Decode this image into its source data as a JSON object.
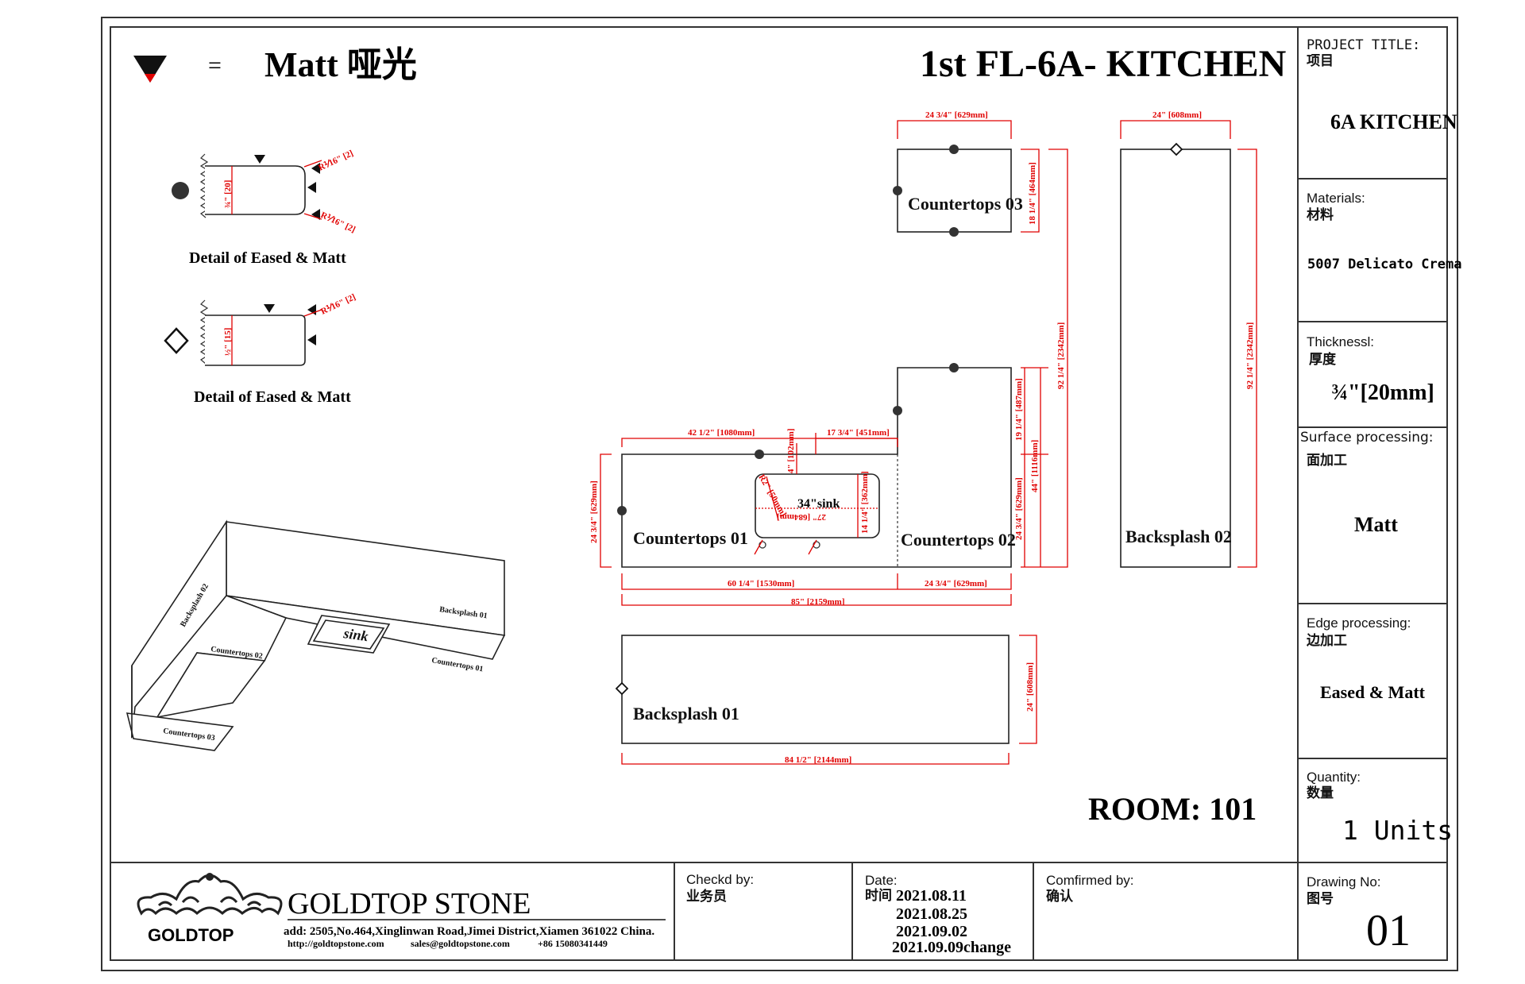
{
  "legend": {
    "symbol_text": "=",
    "finish_label": "Matt 哑光"
  },
  "drawing_title": "1st FL-6A- KITCHEN",
  "room": "ROOM: 101",
  "details": {
    "detail1": {
      "caption": "Detail of Eased &  Matt",
      "thickness": "¾\" [20]",
      "radius_top": "R⅟16\" [2]",
      "radius_bottom": "R⅟16\" [2]"
    },
    "detail2": {
      "caption": "Detail of Eased & Matt",
      "thickness": "½\" [15]",
      "radius_top": "R⅟16\" [2]"
    }
  },
  "pieces": {
    "countertops01": "Countertops  01",
    "countertops02": "Countertops  02",
    "countertops03": "Countertops  03",
    "backsplash01": "Backsplash  01",
    "backsplash02": "Backsplash  02",
    "sink": "34\"sink"
  },
  "dimensions": {
    "ct03_width": "24 3/4\" [629mm]",
    "ct03_depth": "18 1/4\" [464mm]",
    "bs02_width": "24\" [608mm]",
    "bs02_height": "92 1/4\" [2342mm]",
    "ct02_total_height": "92 1/4\" [2342mm]",
    "ct02_upper": "19 1/4\" [487mm]",
    "ct02_lower": "24 3/4\" [629mm]",
    "ct02_combined": "44\" [1116mm]",
    "ct01_left": "42 1/2\" [1080mm]",
    "ct01_right": "17 3/4\" [451mm]",
    "ct01_depth": "24 3/4\" [629mm]",
    "sink_offset": "4\" [102mm]",
    "sink_width": "27\" [684mm]",
    "sink_depth": "14 1/4\" [362mm]",
    "sink_corner": "R2\" [50mm]",
    "ct01_bottom": "60 1/4\" [1530mm]",
    "ct02_bottom": "24 3/4\" [629mm]",
    "overall": "85\" [2159mm]",
    "bs01_width": "84 1/2\" [2144mm]",
    "bs01_height": "24\" [608mm]"
  },
  "iso_view": {
    "backsplash01": "Backsplash  01",
    "backsplash02": "Backsplash  02",
    "countertops01": "Countertops  01",
    "countertops02": "Countertops  02",
    "countertops03": "Countertops  03",
    "sink": "sink"
  },
  "title_block": {
    "project_title_label": "PROJECT TITLE:",
    "project_title_cn": "项目",
    "project_title": "6A KITCHEN",
    "materials_label": "Materials:",
    "materials_cn": "材料",
    "materials": "5007 Delicato Crema",
    "thickness_label": "Thicknessl:",
    "thickness_cn": "厚度",
    "thickness": "¾\"[20mm]",
    "surface_label": "Surface processing:",
    "surface_cn": "面加工",
    "surface": "Matt",
    "edge_label": "Edge processing:",
    "edge_cn": "边加工",
    "edge": "Eased &  Matt",
    "quantity_label": "Quantity:",
    "quantity_cn": "数量",
    "quantity": "1 Units",
    "drawing_no_label": "Drawing No:",
    "drawing_no_cn": "图号",
    "drawing_no": "01"
  },
  "footer": {
    "company": "GOLDTOP  STONE",
    "logo_text": "GOLDTOP",
    "address": "add: 2505,No.464,Xinglinwan Road,Jimei District,Xiamen 361022 China.",
    "contact_web": "http://goldtopstone.com",
    "contact_mail": "sales@goldtopstone.com",
    "contact_phone": "+86 15080341449",
    "checked_label": "Checkd by:",
    "checked_cn": "业务员",
    "date_label": "Date:",
    "date_cn": "时间",
    "dates": [
      "2021.08.11",
      "2021.08.25",
      "2021.09.02",
      "2021.09.09change"
    ],
    "confirmed_label": "Comfirmed by:",
    "confirmed_cn": "确认"
  },
  "colors": {
    "dimension": "#e00000",
    "line": "#222222"
  }
}
